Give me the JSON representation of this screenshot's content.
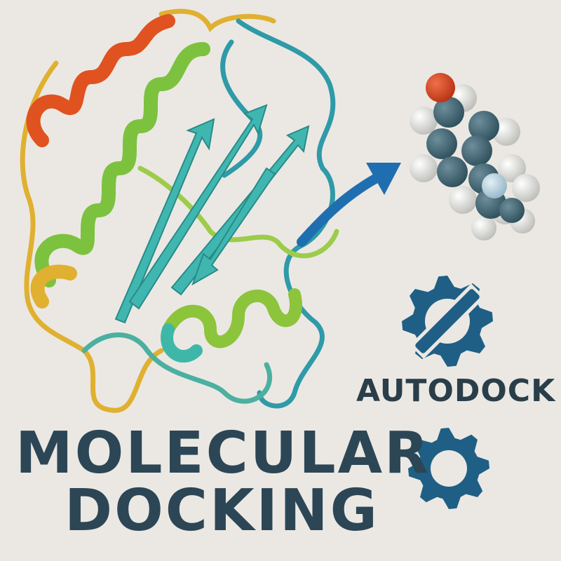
{
  "title": {
    "line1": "MOLECULAR",
    "line2": "DOCKING"
  },
  "brand": {
    "label": "AUTODOCK"
  },
  "colors": {
    "background": "#ebe8e3",
    "title_text": "#2c4656",
    "gear": "#1f5f85",
    "arrow": "#1f6fb0",
    "helix_red": "#e0521f",
    "helix_green": "#7cc23e",
    "strand_teal": "#3fb7b0",
    "loop_yellow": "#e0b030",
    "oxygen": "#d8401e",
    "carbon": "#3e6270",
    "hydrogen": "#e6e6e2",
    "nitrogen": "#b8d2e0"
  },
  "icons": [
    "protein-ribbon-icon",
    "ligand-molecule-icon",
    "docking-arrow-icon",
    "gear-icon",
    "gear-icon"
  ]
}
